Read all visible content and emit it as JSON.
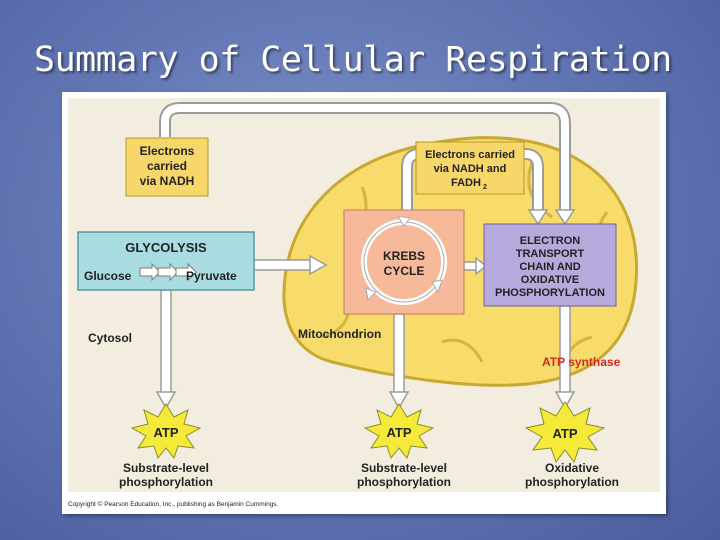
{
  "slide": {
    "title": "Summary of Cellular Respiration"
  },
  "diagram": {
    "nadh_box": [
      "Electrons",
      "carried",
      "via NADH"
    ],
    "nadh_fadh_box": [
      "Electrons carried",
      "via NADH and",
      "FADH",
      "2"
    ],
    "glycolysis": {
      "title": "GLYCOLYSIS",
      "glucose": "Glucose",
      "pyruvate": "Pyruvate"
    },
    "krebs": [
      "KREBS",
      "CYCLE"
    ],
    "etc": [
      "ELECTRON",
      "TRANSPORT",
      "CHAIN AND",
      "OXIDATIVE",
      "PHOSPHORYLATION"
    ],
    "cytosol": "Cytosol",
    "mitochondrion": "Mitochondrion",
    "atp_synthase": "ATP synthase",
    "atp_label": "ATP",
    "outputs": [
      [
        "Substrate-level",
        "phosphorylation"
      ],
      [
        "Substrate-level",
        "phosphorylation"
      ],
      [
        "Oxidative",
        "phosphorylation"
      ]
    ],
    "copyright": "Copyright © Pearson Education, Inc., publishing as Benjamin Cummings."
  },
  "colors": {
    "mitochondrion_fill": "#f7dc6b",
    "mitochondrion_stroke": "#c9a830",
    "nadh_box": "#f7d76a",
    "glycolysis_box": "#a9dce0",
    "krebs_box": "#f6b99a",
    "etc_box": "#b6a9dc",
    "atp_burst": "#f5e93a",
    "atp_synthase_text": "#d42a1e"
  }
}
